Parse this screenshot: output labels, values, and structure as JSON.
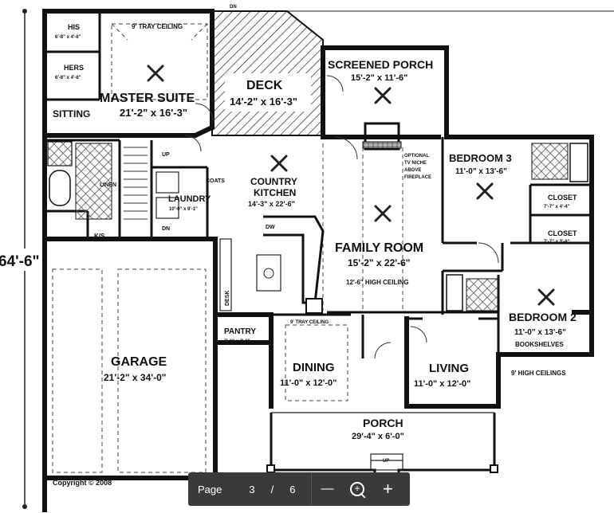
{
  "plan": {
    "rooms": {
      "his": "HIS",
      "his_dim": "6'-8\" x 4'-6\"",
      "hers": "HERS",
      "hers_dim": "6'-8\" x 4'-6\"",
      "tray_top": "9' TRAY CEILING",
      "master": "MASTER SUITE",
      "master_dim": "21'-2\" x 16'-3\"",
      "sitting": "SITTING",
      "deck": "DECK",
      "deck_dim": "14'-2\" x 16'-3\"",
      "screened": "SCREENED PORCH",
      "screened_dim": "15'-2\" x 11'-6\"",
      "dn_top": "DN",
      "linen": "LINEN",
      "ks": "K/S",
      "up": "UP",
      "dn": "DN",
      "coats": "COATS",
      "laundry": "LAUNDRY",
      "laundry_dim": "10'-0\" x 9'-1\"",
      "kitchen1": "COUNTRY",
      "kitchen2": "KITCHEN",
      "kitchen_dim": "14'-3\" x 22'-6\"",
      "dw": "DW",
      "desk": "DESK",
      "tv1": "OPTIONAL",
      "tv2": "TV NICHE",
      "tv3": "ABOVE",
      "tv4": "FIREPLACE",
      "bed3": "BEDROOM 3",
      "bed3_dim": "11'-0\" x 13'-6\"",
      "closet1": "CLOSET",
      "closet1_dim": "7'-7\" x 4'-4\"",
      "closet2": "CLOSET",
      "closet2_dim": "7'-7\" x 3'-6\"",
      "family": "FAMILY ROOM",
      "family_dim": "15'-2\" x 22'-6\"",
      "family_ceiling": "12'-6\" HIGH CEILING",
      "bed2": "BEDROOM 2",
      "bed2_dim": "11'-0\" x 13'-6\"",
      "bookshelves": "BOOKSHELVES",
      "nine_ceilings": "9' HIGH CEILINGS",
      "pantry": "PANTRY",
      "pantry_dim": "7'-6\" x 4'-6\"",
      "tray_dining": "9' TRAY CEILING",
      "garage": "GARAGE",
      "garage_dim": "21'-2\" x 34'-0\"",
      "dining": "DINING",
      "dining_dim": "11'-0\" x 12'-0\"",
      "living": "LIVING",
      "living_dim": "11'-0\" x 12'-0\"",
      "porch": "PORCH",
      "porch_dim": "29'-4\" x 6'-0\"",
      "up_porch": "UP",
      "copyright": "Copyright © 2008"
    },
    "dimension_left": "64'-6\""
  },
  "viewer": {
    "page_label": "Page",
    "current_page": "3",
    "separator": "/",
    "total_pages": "6",
    "zoom_out_symbol": "—",
    "zoom_in_symbol": "+",
    "zoom_icon_mark": "+"
  }
}
